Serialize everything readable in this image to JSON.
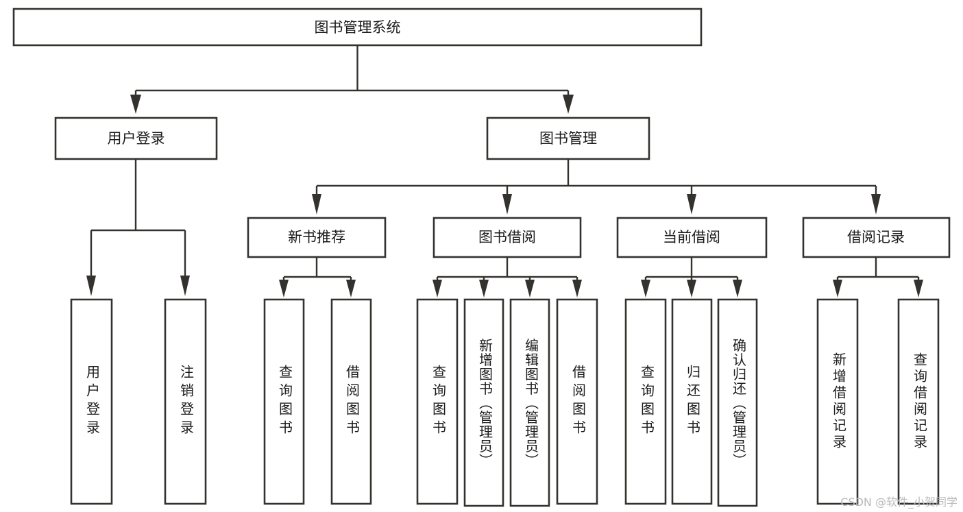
{
  "diagram": {
    "type": "tree",
    "orientation": "top-down",
    "title": "图书管理系统",
    "background_color": "#ffffff",
    "box_fill": "#ffffff",
    "box_stroke": "#33322f",
    "connector_color": "#33322f",
    "label_color": "#1c1c1c",
    "levels": [
      {
        "level": 1,
        "nodes": [
          {
            "id": "root",
            "label": "图书管理系统",
            "text_orientation": "horizontal"
          }
        ]
      },
      {
        "level": 2,
        "nodes": [
          {
            "id": "login",
            "label": "用户登录",
            "text_orientation": "horizontal",
            "parent": "root"
          },
          {
            "id": "bookmgmt",
            "label": "图书管理",
            "text_orientation": "horizontal",
            "parent": "root"
          }
        ]
      },
      {
        "level": 3,
        "nodes": [
          {
            "id": "newbook",
            "label": "新书推荐",
            "text_orientation": "horizontal",
            "parent": "bookmgmt"
          },
          {
            "id": "borrow",
            "label": "图书借阅",
            "text_orientation": "horizontal",
            "parent": "bookmgmt"
          },
          {
            "id": "current",
            "label": "当前借阅",
            "text_orientation": "horizontal",
            "parent": "bookmgmt"
          },
          {
            "id": "records",
            "label": "借阅记录",
            "text_orientation": "horizontal",
            "parent": "bookmgmt"
          }
        ]
      },
      {
        "level": 4,
        "nodes": [
          {
            "id": "leaf-1",
            "label": "用户登录",
            "text_orientation": "vertical",
            "parent": "login"
          },
          {
            "id": "leaf-2",
            "label": "注销登录",
            "text_orientation": "vertical",
            "parent": "login"
          },
          {
            "id": "leaf-3",
            "label": "查询图书",
            "text_orientation": "vertical",
            "parent": "newbook"
          },
          {
            "id": "leaf-4",
            "label": "借阅图书",
            "text_orientation": "vertical",
            "parent": "newbook"
          },
          {
            "id": "leaf-5",
            "label": "查询图书",
            "text_orientation": "vertical",
            "parent": "borrow"
          },
          {
            "id": "leaf-6",
            "label": "新增图书（管理员）",
            "text_orientation": "vertical",
            "parent": "borrow"
          },
          {
            "id": "leaf-7",
            "label": "编辑图书（管理员）",
            "text_orientation": "vertical",
            "parent": "borrow"
          },
          {
            "id": "leaf-8",
            "label": "借阅图书",
            "text_orientation": "vertical",
            "parent": "borrow"
          },
          {
            "id": "leaf-9",
            "label": "查询图书",
            "text_orientation": "vertical",
            "parent": "current"
          },
          {
            "id": "leaf-10",
            "label": "归还图书",
            "text_orientation": "vertical",
            "parent": "current"
          },
          {
            "id": "leaf-11",
            "label": "确认归还（管理员）",
            "text_orientation": "vertical",
            "parent": "current"
          },
          {
            "id": "leaf-12",
            "label": "新增借阅记录",
            "text_orientation": "vertical",
            "parent": "records"
          },
          {
            "id": "leaf-13",
            "label": "查询借阅记录",
            "text_orientation": "vertical",
            "parent": "records"
          }
        ]
      }
    ]
  },
  "watermark": {
    "text": "CSDN @软件_小贺同学",
    "color": "#b9b9b9"
  }
}
